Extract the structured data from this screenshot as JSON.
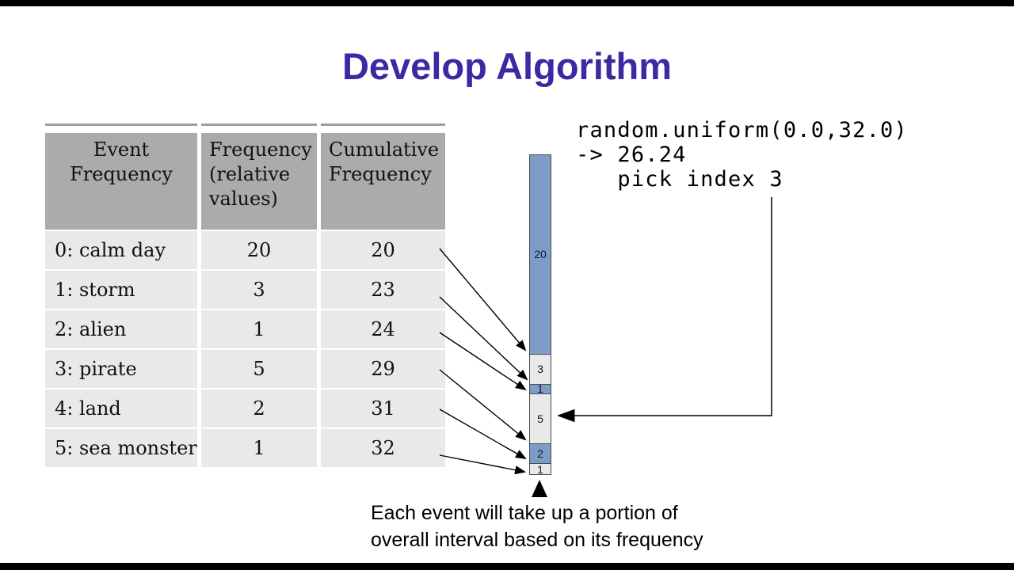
{
  "slide": {
    "title": "Develop Algorithm",
    "title_color": "#3e28a3",
    "code": "random.uniform(0.0,32.0)\n-> 26.24\n   pick index 3",
    "caption": "Each event will take up a portion of\noverall interval based on its frequency"
  },
  "table": {
    "headers": [
      "Event Frequency",
      "Frequency (relative values)",
      "Cumulative Frequency"
    ],
    "rows": [
      {
        "event": "0: calm day",
        "frequency": "20",
        "cumulative": "20"
      },
      {
        "event": "1: storm",
        "frequency": "3",
        "cumulative": "23"
      },
      {
        "event": "2: alien",
        "frequency": "1",
        "cumulative": "24"
      },
      {
        "event": "3: pirate",
        "frequency": "5",
        "cumulative": "29"
      },
      {
        "event": "4: land",
        "frequency": "2",
        "cumulative": "31"
      },
      {
        "event": "5: sea monster",
        "frequency": "1",
        "cumulative": "32"
      }
    ],
    "header_bg": "#ababab",
    "row_bg": "#e9e9e9"
  },
  "chart_data": {
    "type": "bar",
    "variant": "stacked-vertical-interval",
    "title": "",
    "total": 32,
    "ylim": [
      0,
      32
    ],
    "segment_colors": {
      "blue": "#7d9cc8",
      "gray": "#e9e9e9"
    },
    "segments": [
      {
        "label": "20",
        "event": "0: calm day",
        "value": 20,
        "color": "#7d9cc8"
      },
      {
        "label": "3",
        "event": "1: storm",
        "value": 3,
        "color": "#e9e9e9"
      },
      {
        "label": "1",
        "event": "2: alien",
        "value": 1,
        "color": "#7d9cc8"
      },
      {
        "label": "5",
        "event": "3: pirate",
        "value": 5,
        "color": "#e9e9e9"
      },
      {
        "label": "2",
        "event": "4: land",
        "value": 2,
        "color": "#7d9cc8"
      },
      {
        "label": "1",
        "event": "5: sea monster",
        "value": 1,
        "color": "#e9e9e9"
      }
    ],
    "annotations": [
      "arrow from each cumulative frequency cell to matching interval boundary on bar",
      "elbow arrow from 'pick index 3' to segment with value 5",
      "up arrow from caption to bottom of bar"
    ]
  }
}
